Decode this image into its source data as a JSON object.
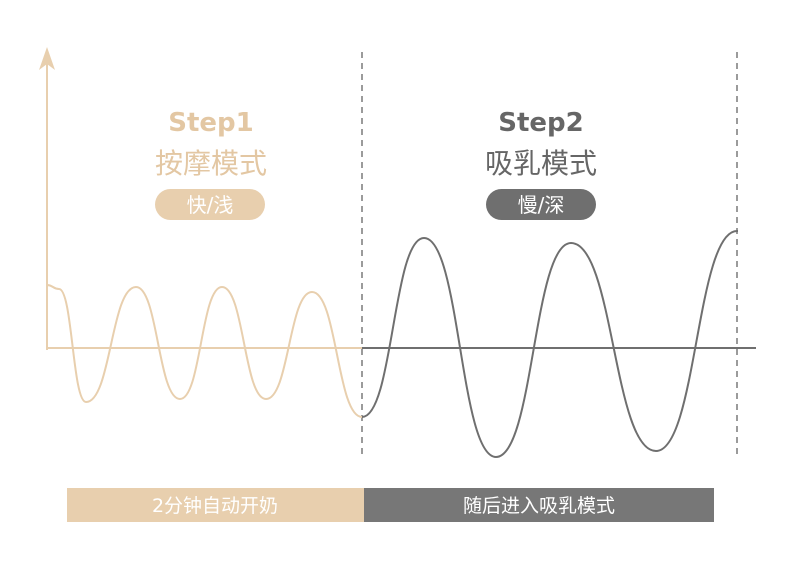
{
  "colors": {
    "beige": "#e8cfae",
    "beige_text": "#e3c7a3",
    "gray": "#6f6f6f",
    "gray_dark": "#666666",
    "gray_bar": "#777777"
  },
  "step1": {
    "title": "Step1",
    "mode": "按摩模式",
    "badge": "快/浅",
    "bar_label": "2分钟自动开奶"
  },
  "step2": {
    "title": "Step2",
    "mode": "吸乳模式",
    "badge": "慢/深",
    "bar_label": "随后进入吸乳模式"
  }
}
